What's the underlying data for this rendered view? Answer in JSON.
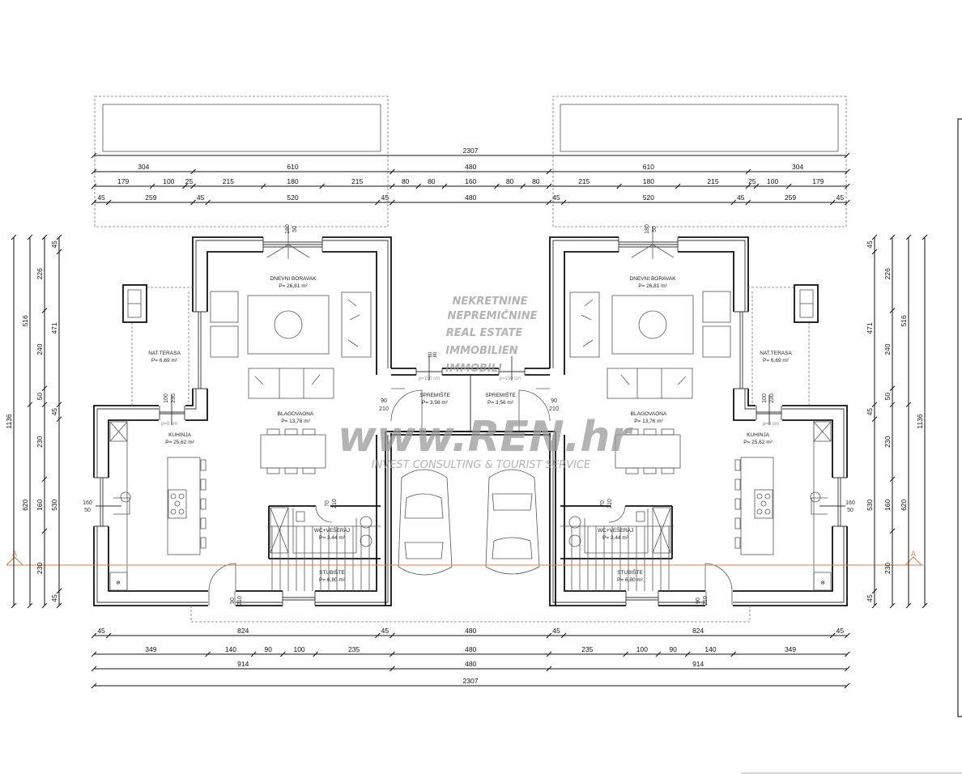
{
  "plan": {
    "rooms_left": {
      "living": {
        "name": "DNEVNI BORAVAK",
        "area": "P= 26,81 m²"
      },
      "terrace": {
        "name": "NAT.TERASA",
        "area": "P= 6,69 m²"
      },
      "dining": {
        "name": "BLAGOVAONA",
        "area": "P= 13,76 m²"
      },
      "kitchen": {
        "name": "KUHINJA",
        "area": "P= 25,62 m²"
      },
      "storage": {
        "name": "SPREMIŠTE",
        "area": "P= 3,56 m²"
      },
      "wc": {
        "name": "WC+VEŠERAJ",
        "area": "P= 3,44 m²"
      },
      "stairs": {
        "name": "STUBIŠTE",
        "area": "P= 6,80 m²"
      }
    },
    "rooms_right": {
      "living": {
        "name": "DNEVNI BORAVAK",
        "area": "P= 26,81 m²"
      },
      "terrace": {
        "name": "NAT.TERASA",
        "area": "P= 6,69 m²"
      },
      "dining": {
        "name": "BLAGOVAONA",
        "area": "P= 13,76 m²"
      },
      "kitchen": {
        "name": "KUHINJA",
        "area": "P= 25,62 m²"
      },
      "storage": {
        "name": "SPREMIŠTE",
        "area": "P= 3,56 m²"
      },
      "wc": {
        "name": "WC+VEŠERAJ",
        "area": "P= 3,44 m²"
      },
      "stairs": {
        "name": "STUBIŠTE",
        "area": "P= 6,80 m²"
      }
    },
    "openings": {
      "living_window": [
        "180",
        "50"
      ],
      "terrace_door": [
        "100",
        "230"
      ],
      "terrace_sill": "p=0 cm",
      "kitchen_window": [
        "160",
        "50"
      ],
      "storage_door": [
        "90",
        "210"
      ],
      "wc_door": [
        "70",
        "210"
      ],
      "entry_door": [
        "90",
        "210"
      ],
      "storage_window_sill": "p=150 cm",
      "storage_window": [
        "80",
        "80"
      ]
    },
    "section_marker": "A"
  },
  "dimensions": {
    "top": [
      [
        2307
      ],
      [
        304,
        610,
        480,
        610,
        304
      ],
      [
        179,
        100,
        25,
        215,
        180,
        215,
        80,
        80,
        160,
        80,
        80,
        215,
        180,
        215,
        25,
        100,
        179
      ],
      [
        45,
        259,
        45,
        520,
        45,
        480,
        45,
        520,
        45,
        259,
        45
      ]
    ],
    "bottom": [
      [
        45,
        824,
        45,
        480,
        45,
        824,
        45
      ],
      [
        349,
        140,
        90,
        100,
        235,
        480,
        235,
        100,
        90,
        140,
        349
      ],
      [
        914,
        480,
        914
      ],
      [
        2307
      ]
    ],
    "left": [
      [
        1136
      ],
      [
        516,
        620
      ],
      [
        226,
        240,
        50,
        230,
        160,
        230
      ],
      [
        45,
        471,
        45,
        530,
        45
      ]
    ],
    "right": [
      [
        45,
        471,
        45,
        530,
        45
      ],
      [
        226,
        240,
        50,
        230,
        160,
        230
      ],
      [
        516,
        620
      ],
      [
        1136
      ]
    ]
  },
  "watermark": {
    "lines": [
      "NEKRETNINE",
      "NEPREMIČNINE",
      "REAL ESTATE",
      "IMMOBILIEN",
      "IMMOBILI"
    ],
    "brand": "www.REN.hr",
    "tagline": "INVEST CONSULTING & TOURIST SERVICE"
  },
  "colors": {
    "section_line": "#c8875e",
    "walls": "#111111"
  }
}
